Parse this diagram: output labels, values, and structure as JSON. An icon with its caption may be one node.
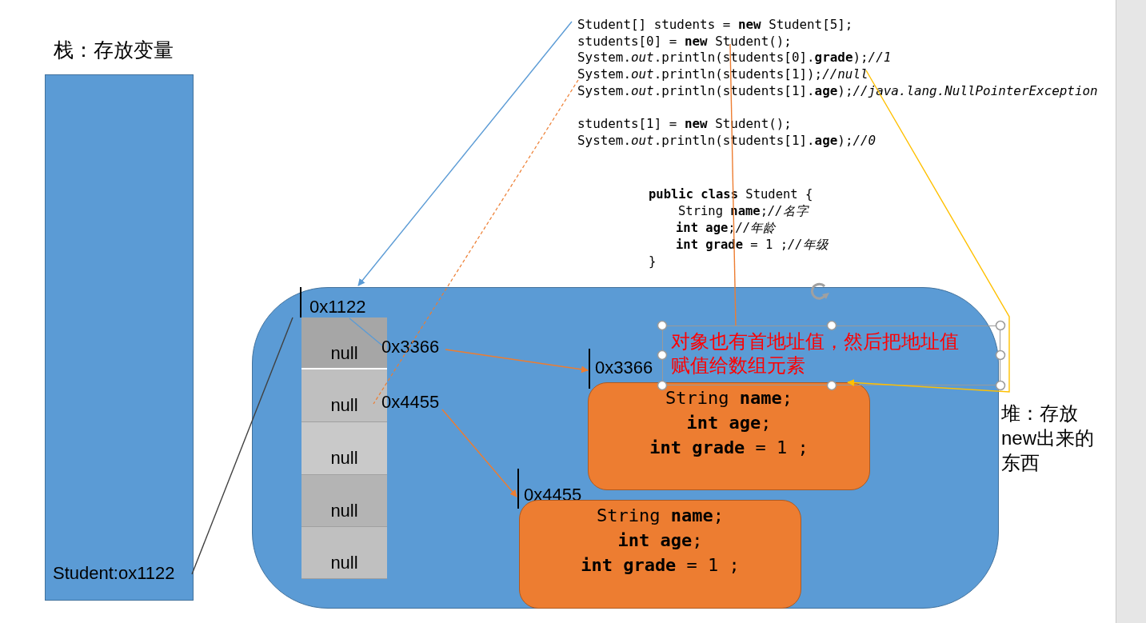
{
  "diagram": {
    "nodes": [
      {
        "text": [
          "栈：存放变量"
        ]
      },
      {
        "text": [
          "Student:ox1122"
        ],
        "in": 0
      },
      {
        "text": [
          "Student[] students = **new** Student[5];",
          "students[0] = **new** Student();",
          "System.*out*.println(students[0].**grade**);*//1*",
          "System.*out*.println(students[1]);*//null*",
          "System.*out*.println(students[1].**age**);*//java.lang.NullPointerException*",
          "students[1] = **new** Student();",
          "System.*out*.println(students[1].**age**);*//0*"
        ]
      },
      {
        "text": [],
        "shape": "box",
        "beside": [
          "堆：存放new出来的东西"
        ]
      },
      {
        "text": [
          "0x1122"
        ],
        "in": 3
      },
      {
        "text": [
          "null"
        ],
        "in": 3,
        "beside": [
          "0x3366"
        ]
      },
      {
        "text": [
          "null"
        ],
        "in": 3,
        "beside": [
          "0x4455"
        ]
      },
      {
        "text": [
          "null"
        ],
        "in": 3
      },
      {
        "text": [
          "null"
        ],
        "in": 3
      },
      {
        "text": [
          "null"
        ],
        "in": 3
      },
      {
        "text": [
          "0x3366",
          "String **name**;",
          "**int** **age**;",
          "**int** **grade** = 1 ;"
        ],
        "in": 3
      },
      {
        "text": [
          "0x4455",
          "String **name**;",
          "**int** **age**;",
          "**int** **grade** = 1 ;"
        ],
        "in": 3
      },
      {
        "text": [
          "对象也有首地址值，然后把地址值赋值给数组元素"
        ],
        "in": 3
      }
    ],
    "edges": [
      {
        "from": 2,
        "to": 4,
        "arrow": "to",
        "color": "#5b9bd5"
      },
      {
        "from": 2,
        "to": 6,
        "arrow": "none",
        "style": "dashed"
      },
      {
        "from": 2,
        "to": 12,
        "arrow": "none"
      },
      {
        "from": 2,
        "to": 10,
        "arrow": "to",
        "color": "#ffc000"
      },
      {
        "from": 1,
        "to": 4,
        "arrow": "none",
        "color": "#404040"
      },
      {
        "from": 4,
        "to": 5,
        "arrow": "none",
        "color": "#5b9bd5"
      },
      {
        "from": 5,
        "to": 10,
        "arrow": "to"
      },
      {
        "from": 6,
        "to": 11,
        "arrow": "to"
      }
    ],
    "labels": [
      "**public** **class** Student {",
      "String **name**;*//名字*",
      "**int** **age**;*//年龄*",
      "**int** **grade** = 1 ;*//年级*",
      "}"
    ]
  }
}
